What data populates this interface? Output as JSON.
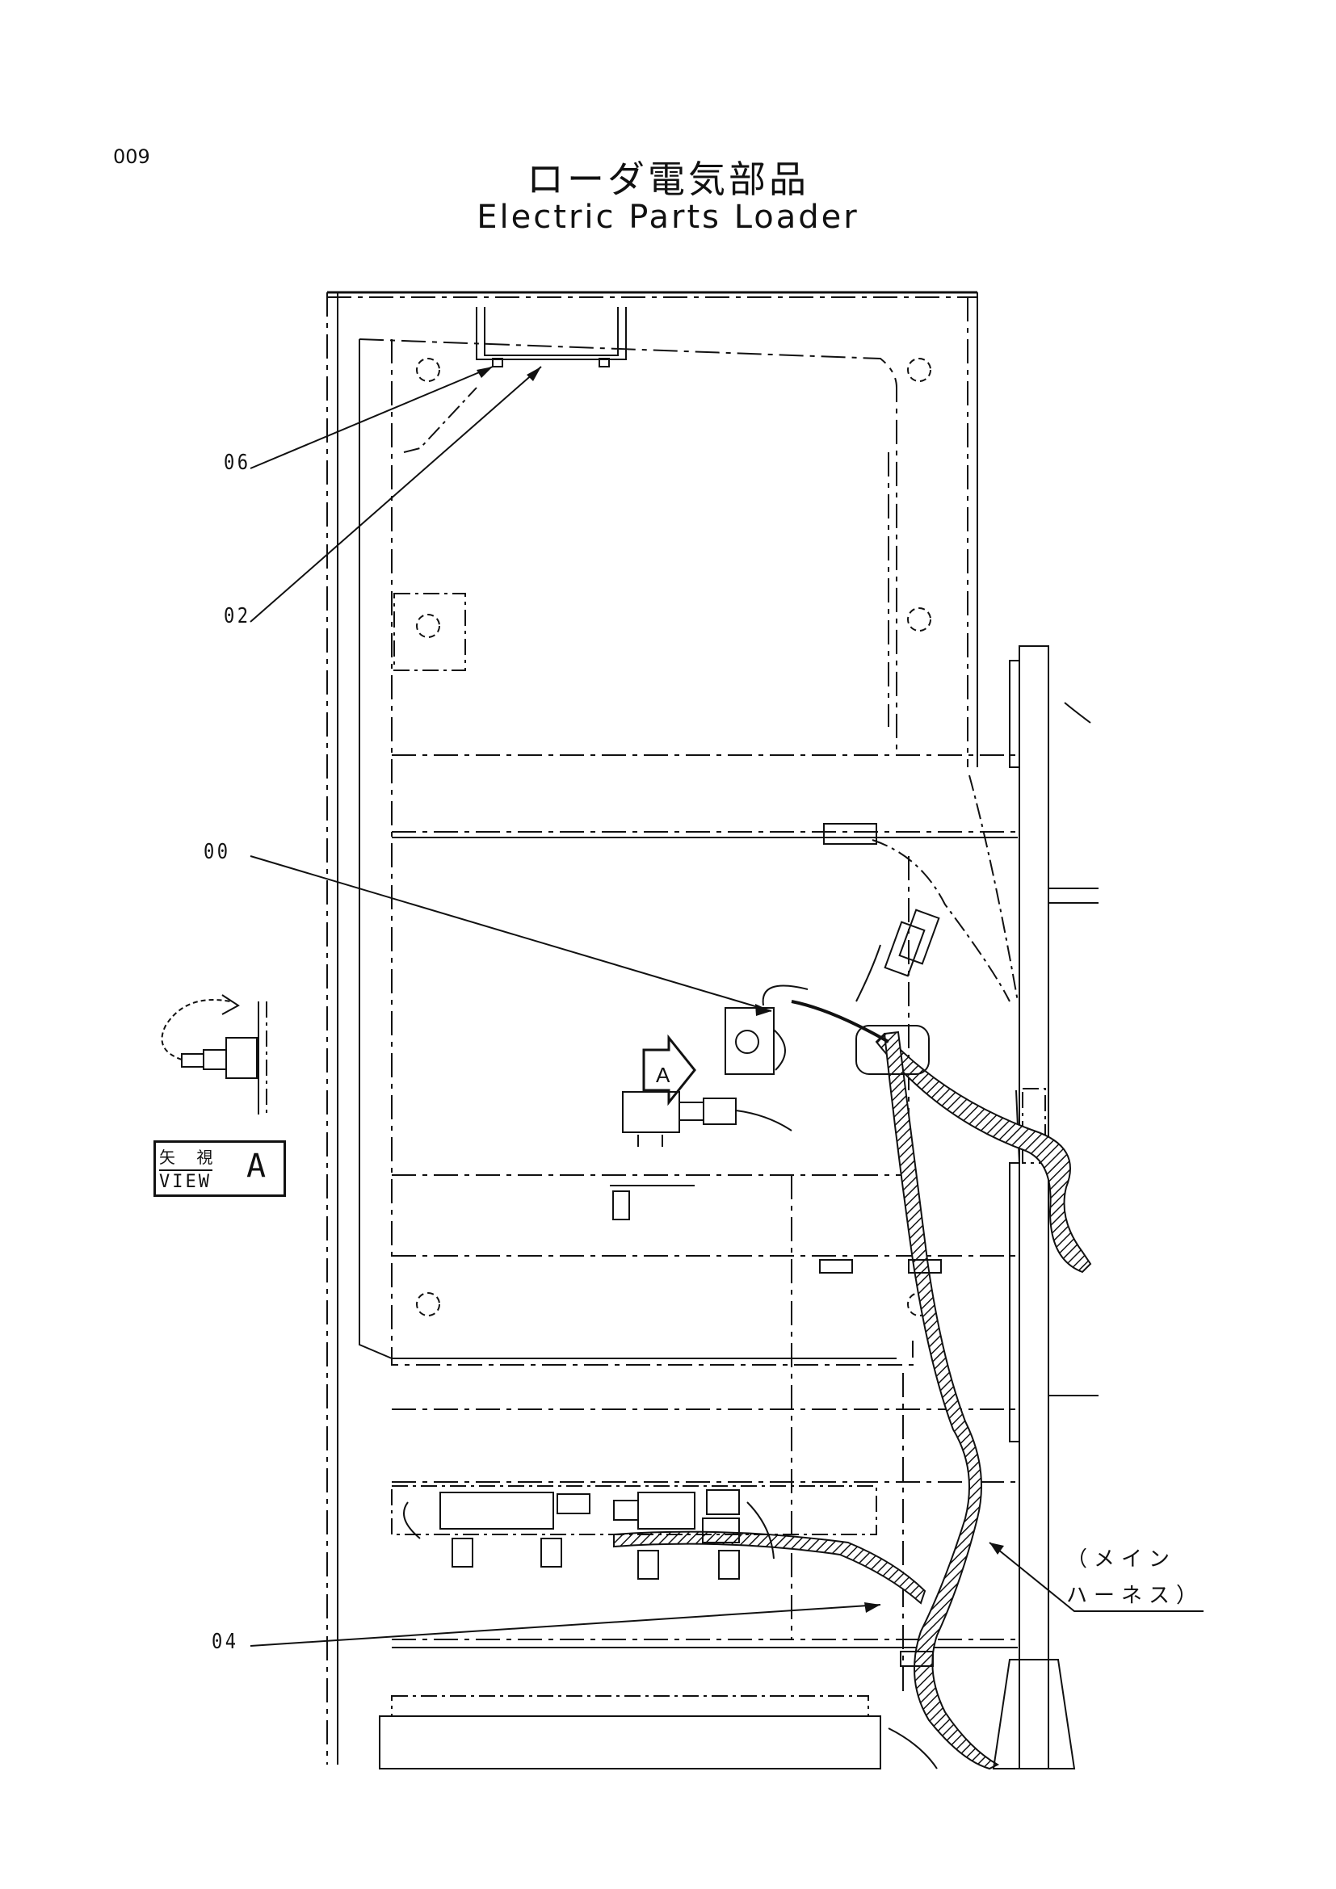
{
  "header": {
    "page_number": "009",
    "title_jp": "ローダ電気部品",
    "title_en": "Electric Parts Loader"
  },
  "callouts": [
    {
      "id": "06",
      "label": "06"
    },
    {
      "id": "02",
      "label": "02"
    },
    {
      "id": "00",
      "label": "00"
    },
    {
      "id": "04",
      "label": "04"
    }
  ],
  "view_marker": {
    "jp": "矢 視",
    "en": "VIEW",
    "letter": "A"
  },
  "arrow_marker": {
    "letter": "A"
  },
  "harness_label": {
    "line1": "（メイン",
    "line2": "ハーネス）"
  }
}
